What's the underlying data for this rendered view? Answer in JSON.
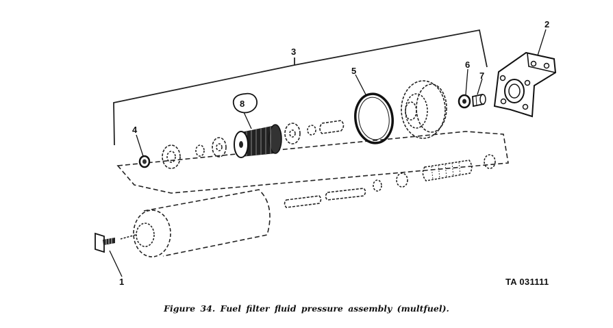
{
  "figure": {
    "caption": "Figure 34. Fuel filter fluid pressure assembly (multfuel).",
    "ta_code": "TA 031111"
  },
  "callouts": {
    "c1": "1",
    "c2": "2",
    "c3": "3",
    "c4": "4",
    "c5": "5",
    "c6": "6",
    "c7": "7",
    "c8": "8"
  }
}
